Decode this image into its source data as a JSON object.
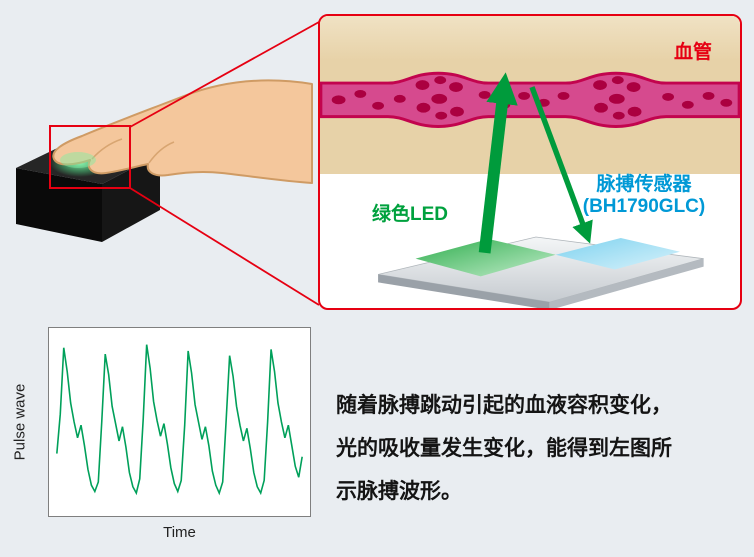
{
  "colors": {
    "background": "#e9edf1",
    "accent_red": "#e60012",
    "vessel_fill": "#d64a8e",
    "vessel_stroke": "#c2044e",
    "blood_cell": "#ab0040",
    "arrow_green": "#009b3c",
    "led_label_green": "#00a13e",
    "sensor_label_blue": "#0099d6",
    "skin_tone": "#e7d2a8",
    "device_black": "#0a0a0a",
    "chart_line": "#00a05a"
  },
  "inset": {
    "vessel_label": "血管",
    "led_label": "绿色LED",
    "sensor_label_line1": "脉搏传感器",
    "sensor_label_line2": "(BH1790GLC)"
  },
  "caption": {
    "lines": [
      "随着脉搏跳动引起的血液容积变化，",
      "光的吸收量发生变化，能得到左图所",
      "示脉搏波形。"
    ]
  },
  "chart_data": {
    "type": "line",
    "title": "",
    "xlabel": "Time",
    "ylabel": "Pulse wave",
    "x_range": [
      0,
      6
    ],
    "y_range": [
      0,
      1
    ],
    "grid": false,
    "legend": false,
    "series": [
      {
        "name": "pulse_wave",
        "color": "#00a05a",
        "y": [
          0.3,
          0.55,
          0.97,
          0.82,
          0.62,
          0.5,
          0.4,
          0.48,
          0.35,
          0.2,
          0.1,
          0.06,
          0.12,
          0.5,
          0.93,
          0.8,
          0.6,
          0.49,
          0.38,
          0.47,
          0.34,
          0.18,
          0.09,
          0.05,
          0.14,
          0.52,
          0.99,
          0.84,
          0.63,
          0.51,
          0.41,
          0.49,
          0.36,
          0.21,
          0.11,
          0.06,
          0.13,
          0.48,
          0.95,
          0.81,
          0.61,
          0.5,
          0.39,
          0.47,
          0.35,
          0.19,
          0.1,
          0.05,
          0.12,
          0.51,
          0.92,
          0.79,
          0.6,
          0.48,
          0.38,
          0.46,
          0.33,
          0.18,
          0.09,
          0.05,
          0.13,
          0.5,
          0.96,
          0.82,
          0.62,
          0.5,
          0.4,
          0.48,
          0.35,
          0.22,
          0.15,
          0.28
        ]
      }
    ]
  }
}
